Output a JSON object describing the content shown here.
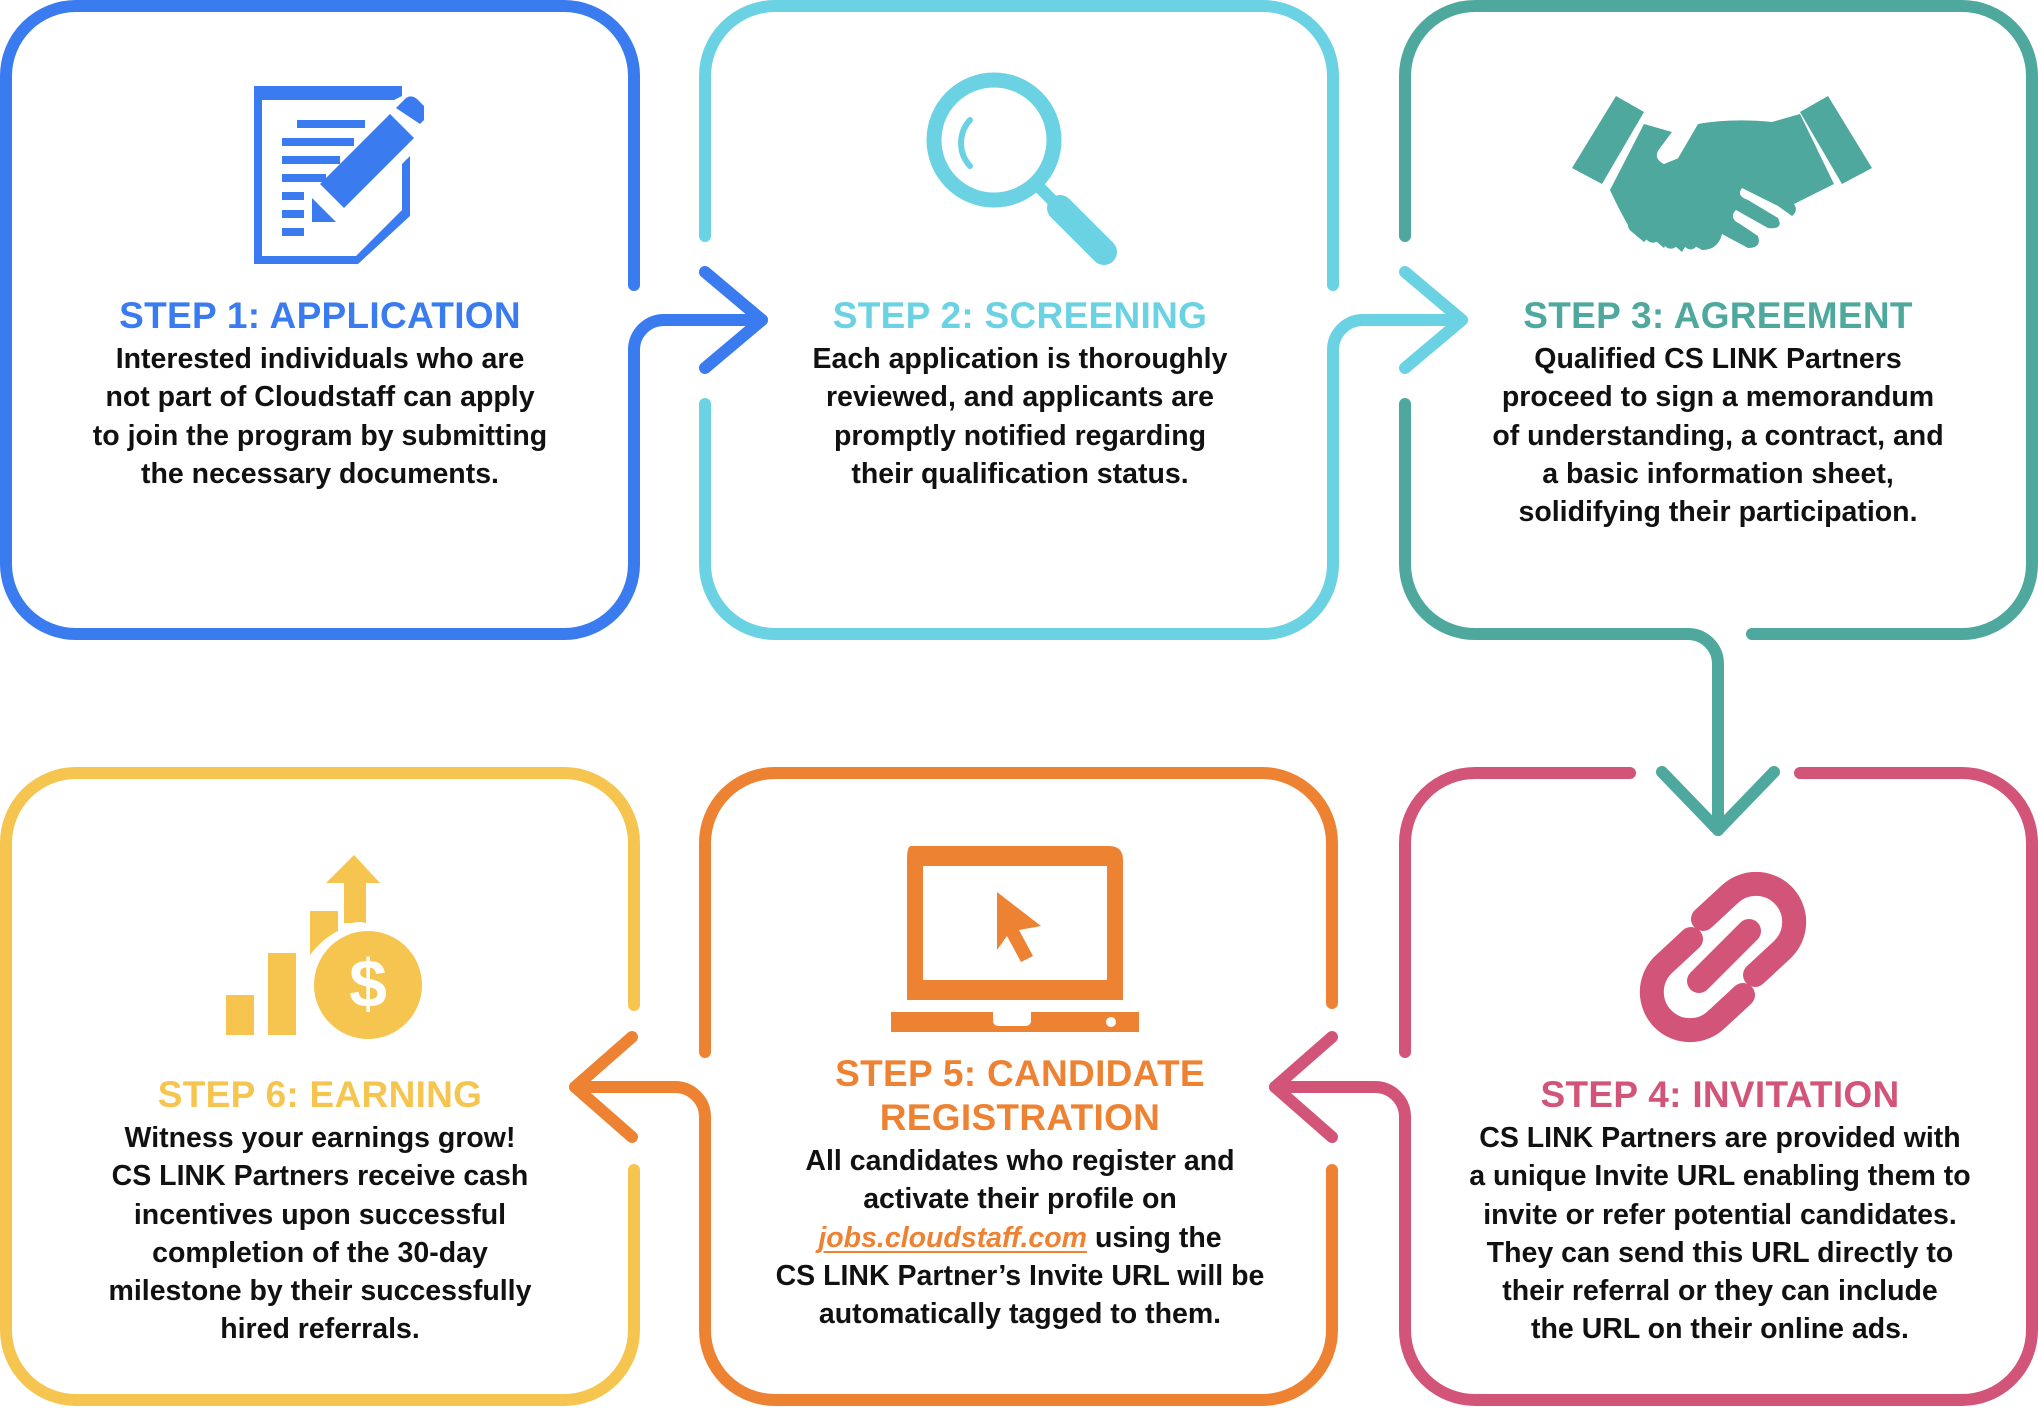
{
  "colors": {
    "step1": "#3a7bef",
    "step2": "#6bd2e3",
    "step3": "#4ea89d",
    "step4": "#d25478",
    "step5": "#ee8233",
    "step6": "#f6c54f",
    "text": "#111111"
  },
  "steps": [
    {
      "id": "step1",
      "title": "STEP 1: APPLICATION",
      "icon": "document-pencil-icon",
      "body_lines": [
        "Interested individuals who are",
        "not part of Cloudstaff can apply",
        "to join the program by submitting",
        "the necessary documents."
      ]
    },
    {
      "id": "step2",
      "title": "STEP 2: SCREENING",
      "icon": "magnifying-glass-icon",
      "body_lines": [
        "Each application is thoroughly",
        "reviewed, and applicants are",
        "promptly notified regarding",
        "their qualification status."
      ]
    },
    {
      "id": "step3",
      "title": "STEP 3: AGREEMENT",
      "icon": "handshake-icon",
      "body_lines": [
        "Qualified CS LINK Partners",
        "proceed to sign a memorandum",
        "of understanding, a contract, and",
        "a basic information sheet,",
        "solidifying their participation."
      ]
    },
    {
      "id": "step4",
      "title": "STEP 4: INVITATION",
      "icon": "link-chain-icon",
      "body_lines": [
        "CS LINK Partners are provided with",
        "a unique Invite URL enabling them to",
        "invite or refer potential candidates.",
        "They can send this URL directly to",
        "their referral or they can include",
        "the URL on their online ads."
      ]
    },
    {
      "id": "step5",
      "title_lines": [
        "STEP 5: CANDIDATE",
        "REGISTRATION"
      ],
      "icon": "laptop-cursor-icon",
      "body_lines": [
        "All candidates who register and",
        "activate their profile on"
      ],
      "link_text": "jobs.cloudstaff.com",
      "link_suffix": " using the",
      "body_lines_after": [
        "CS LINK Partner’s Invite URL will be",
        "automatically tagged to them."
      ]
    },
    {
      "id": "step6",
      "title": "STEP 6: EARNING",
      "icon": "money-growth-icon",
      "body_lines": [
        "Witness your earnings grow!",
        "CS LINK Partners receive cash",
        "incentives upon successful",
        "completion of the 30-day",
        "milestone by their successfully",
        "hired referrals."
      ]
    }
  ]
}
